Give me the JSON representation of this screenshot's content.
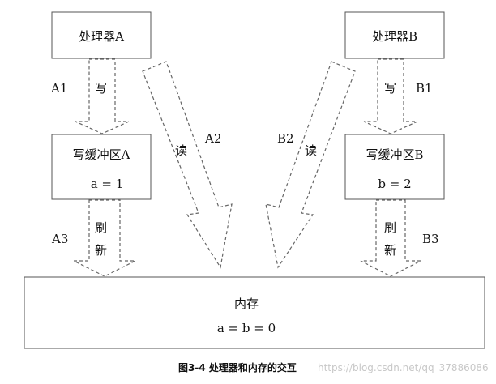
{
  "processor_a": {
    "label": "处理器A"
  },
  "processor_b": {
    "label": "处理器B"
  },
  "buffer_a": {
    "title": "写缓冲区A",
    "value": "a = 1"
  },
  "buffer_b": {
    "title": "写缓冲区B",
    "value": "b = 2"
  },
  "memory": {
    "title": "内存",
    "value": "a = b = 0"
  },
  "arrows": {
    "a1": {
      "id": "A1",
      "action": "写"
    },
    "b1": {
      "id": "B1",
      "action": "写"
    },
    "a2": {
      "id": "A2",
      "action": "读"
    },
    "b2": {
      "id": "B2",
      "action": "读"
    },
    "a3": {
      "id": "A3",
      "action_1": "刷",
      "action_2": "新"
    },
    "b3": {
      "id": "B3",
      "action_1": "刷",
      "action_2": "新"
    }
  },
  "caption": "图3-4  处理器和内存的交互",
  "watermark": "https://blog.csdn.net/qq_37886086"
}
